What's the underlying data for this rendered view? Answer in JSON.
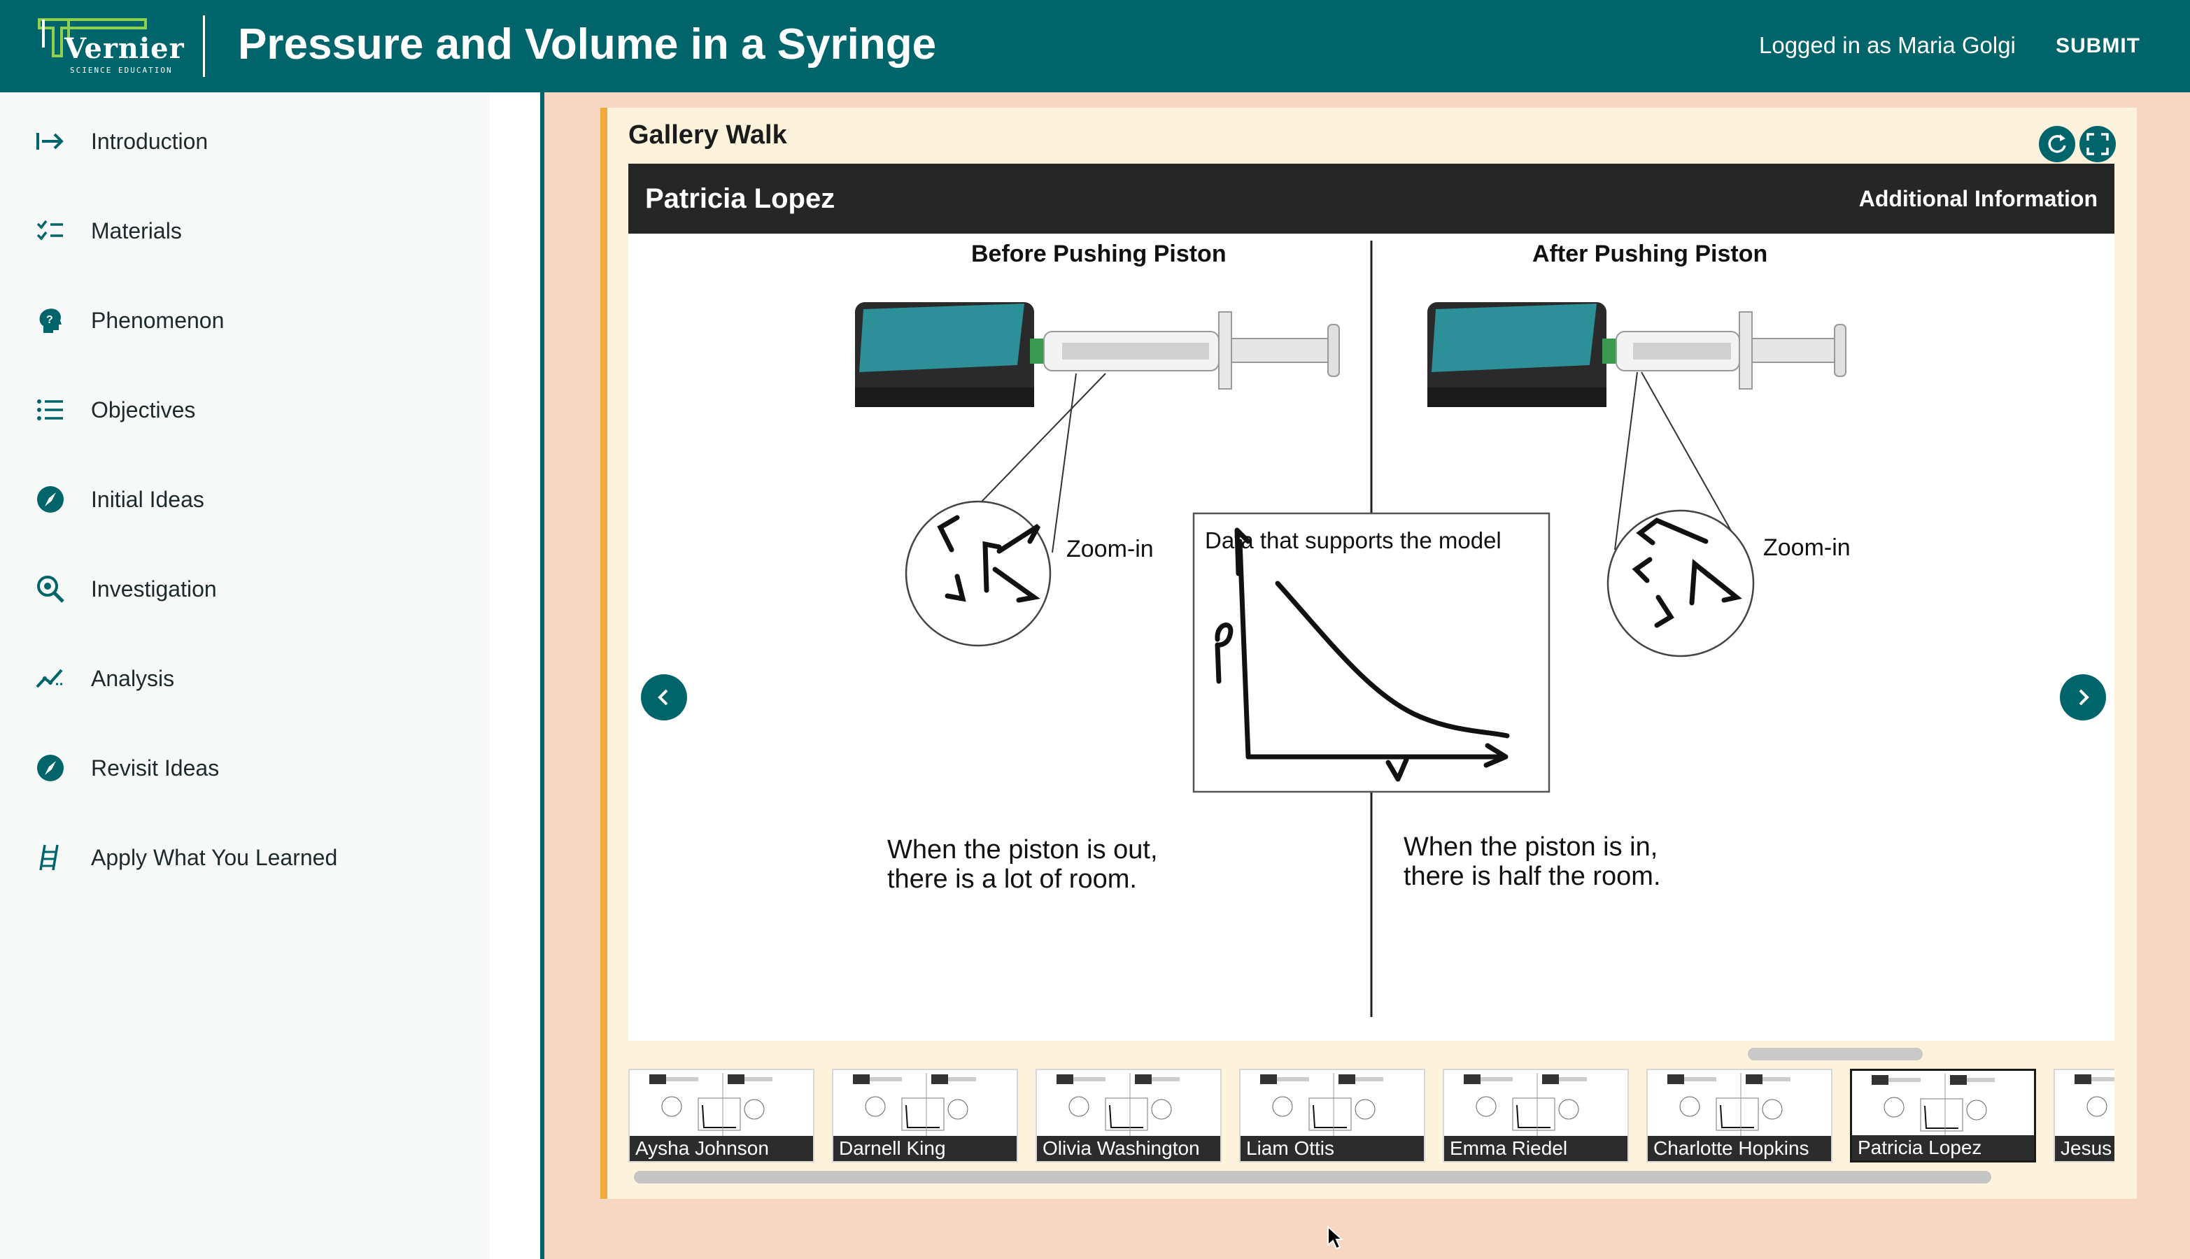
{
  "header": {
    "logo_text": "Vernier",
    "logo_sub": "SCIENCE EDUCATION",
    "title": "Pressure and Volume in a Syringe",
    "logged_in": "Logged in as Maria Golgi",
    "submit_label": "SUBMIT"
  },
  "sidebar": {
    "items": [
      {
        "label": "Introduction",
        "icon": "arrow-into-icon"
      },
      {
        "label": "Materials",
        "icon": "checklist-icon"
      },
      {
        "label": "Phenomenon",
        "icon": "question-head-icon"
      },
      {
        "label": "Objectives",
        "icon": "list-icon"
      },
      {
        "label": "Initial Ideas",
        "icon": "compass-icon"
      },
      {
        "label": "Investigation",
        "icon": "magnify-icon"
      },
      {
        "label": "Analysis",
        "icon": "trend-icon"
      },
      {
        "label": "Revisit Ideas",
        "icon": "compass-icon"
      },
      {
        "label": "Apply What You Learned",
        "icon": "ladder-icon"
      }
    ]
  },
  "panel": {
    "title": "Gallery Walk",
    "refresh_icon": "refresh-icon",
    "fullscreen_icon": "fullscreen-icon"
  },
  "card": {
    "author": "Patricia Lopez",
    "additional_info": "Additional Information",
    "before_heading": "Before Pushing Piston",
    "after_heading": "After Pushing Piston",
    "zoom_label_left": "Zoom-in",
    "zoom_label_right": "Zoom-in",
    "data_label": "Data that supports the model",
    "graph_axis_letter": "P",
    "caption_left_1": "When the piston is out,",
    "caption_left_2": "there is a lot of room.",
    "caption_right_1": "When the piston is in,",
    "caption_right_2": "there is half the room.",
    "prev_icon": "chevron-left-icon",
    "next_icon": "chevron-right-icon"
  },
  "gallery": {
    "thumbnails": [
      {
        "name": "Aysha Johnson",
        "active": false
      },
      {
        "name": "Darnell King",
        "active": false
      },
      {
        "name": "Olivia Washington",
        "active": false
      },
      {
        "name": "Liam Ottis",
        "active": false
      },
      {
        "name": "Emma Riedel",
        "active": false
      },
      {
        "name": "Charlotte Hopkins",
        "active": false
      },
      {
        "name": "Patricia Lopez",
        "active": true
      },
      {
        "name": "Jesus",
        "active": false
      }
    ]
  },
  "colors": {
    "brand_teal": "#00656a",
    "panel_bg": "#fdf3dc",
    "main_bg": "#f7d7c2",
    "accent_orange": "#f2a93b",
    "card_header": "#262626"
  }
}
